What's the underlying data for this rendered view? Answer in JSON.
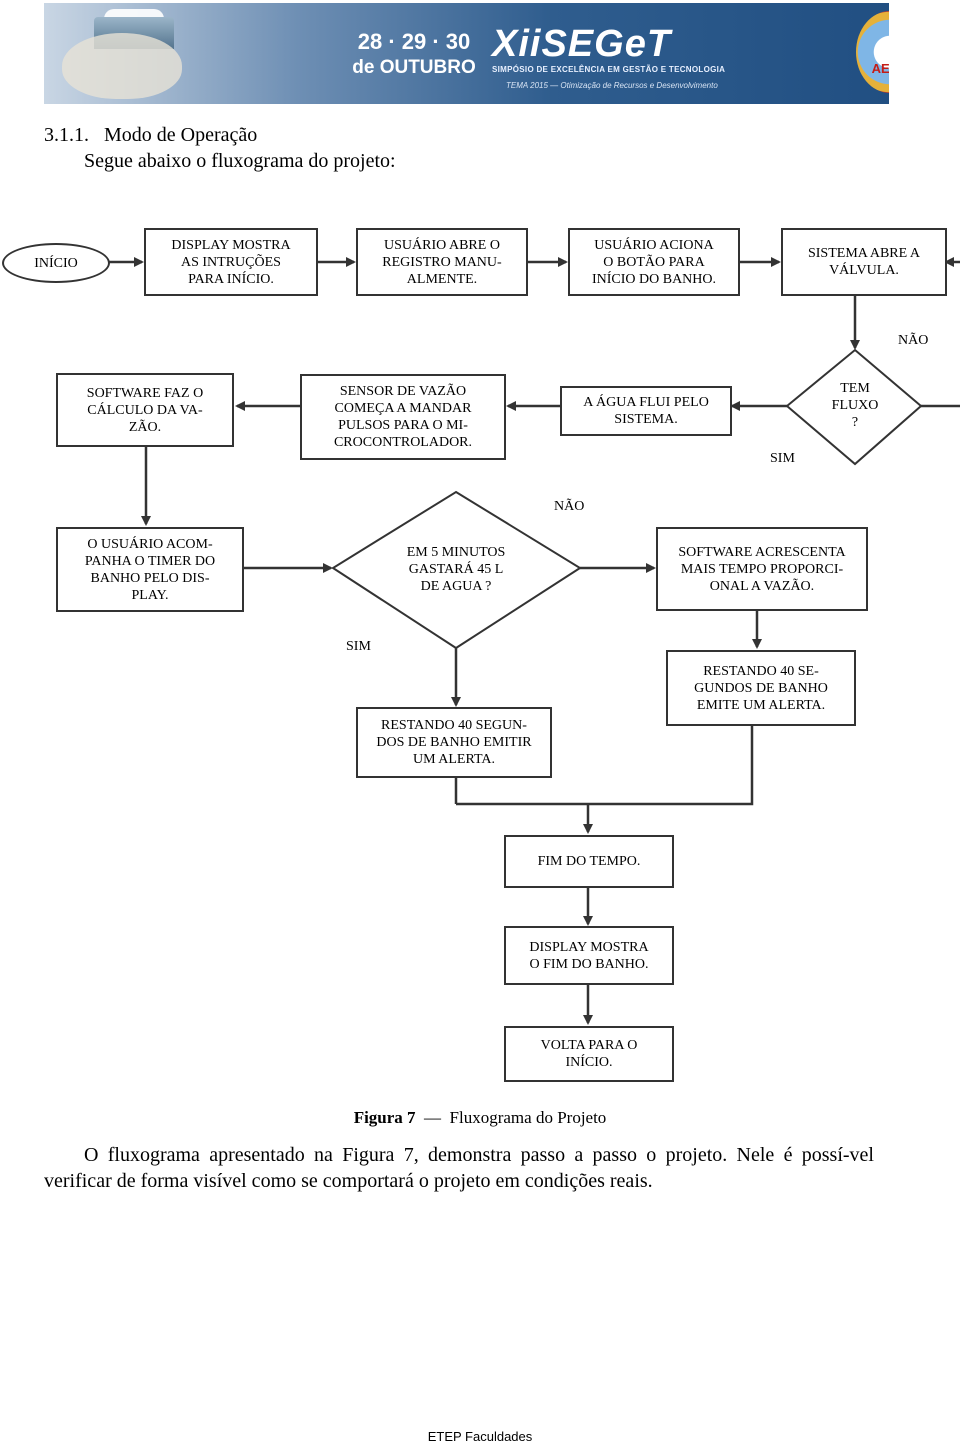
{
  "banner": {
    "dates": "28 · 29 · 30",
    "month": "de OUTUBRO",
    "brand": "XiiSEGeT",
    "subtitle": "SIMPÓSIO DE EXCELÊNCIA EM GESTÃO E TECNOLOGIA",
    "theme": "TEMA 2015 — Otimização de Recursos e Desenvolvimento",
    "seal": "AEDB"
  },
  "heading": {
    "number": "3.1.1.",
    "title": "Modo de Operação",
    "subtitle": "Segue abaixo o fluxograma do projeto:"
  },
  "flow": {
    "inicio": "INÍCIO",
    "display_instrucoes": "DISPLAY MOSTRA\nAS INTRUÇÕES\nPARA INÍCIO.",
    "abre_registro": "USUÁRIO ABRE O\nREGISTRO MANU-\nALMENTE.",
    "aciona_botao": "USUÁRIO ACIONA\nO BOTÃO PARA\nINÍCIO DO BANHO.",
    "abre_valvula": "SISTEMA ABRE A\nVÁLVULA.",
    "tem_fluxo": "TEM\nFLUXO\n?",
    "agua_flui": "A ÁGUA FLUI PELO\nSISTEMA.",
    "sensor_vazao": "SENSOR DE VAZÃO\nCOMEÇA A MANDAR\nPULSOS PARA O MI-\nCROCONTROLADOR.",
    "calculo_vazao": "SOFTWARE FAZ O\nCÁLCULO DA VA-\nZÃO.",
    "acompanha_timer": "O USUÁRIO ACOM-\nPANHA O TIMER DO\nBANHO PELO DIS-\nPLAY.",
    "cinco_minutos": "EM 5 MINUTOS\nGASTARÁ 45 L\nDE AGUA ?",
    "acrescenta_tempo": "SOFTWARE ACRESCENTA\nMAIS TEMPO PROPORCI-\nONAL A VAZÃO.",
    "alerta_sim": "RESTANDO 40 SEGUN-\nDOS DE BANHO EMITIR\nUM ALERTA.",
    "alerta_nao": "RESTANDO 40 SE-\nGUNDOS DE BANHO\nEMITE UM ALERTA.",
    "fim_tempo": "FIM DO TEMPO.",
    "display_fim": "DISPLAY MOSTRA\nO FIM DO BANHO.",
    "volta_inicio": "VOLTA PARA O\nINÍCIO.",
    "label_nao_1": "NÃO",
    "label_sim_1": "SIM",
    "label_nao_2": "NÃO",
    "label_sim_2": "SIM"
  },
  "caption": {
    "label": "Figura 7",
    "text": "Fluxograma do Projeto"
  },
  "paragraph": "O fluxograma apresentado na Figura 7, demonstra passo a passo o projeto. Nele é possí-vel verificar de forma visível como se comportará o projeto em condições reais.",
  "footer": "ETEP Faculdades"
}
